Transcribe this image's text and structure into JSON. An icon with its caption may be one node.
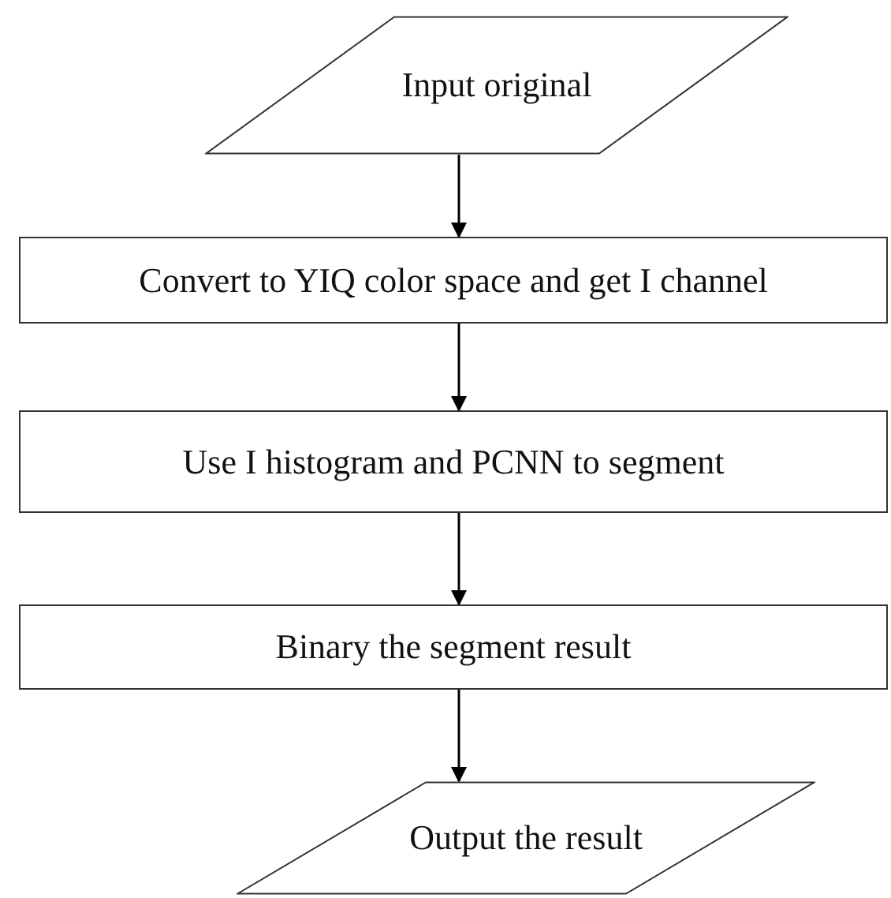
{
  "diagram": {
    "nodes": [
      {
        "text": [
          "Input original"
        ]
      },
      {
        "text": [
          "Convert to YIQ color space and get I channel"
        ]
      },
      {
        "text": [
          "Use I histogram and PCNN to segment"
        ]
      },
      {
        "text": [
          "Binary the segment result"
        ]
      },
      {
        "text": [
          "Output the result"
        ]
      }
    ],
    "edges": [
      {
        "from": 0,
        "to": 1,
        "arrow": "to"
      },
      {
        "from": 1,
        "to": 2,
        "arrow": "to"
      },
      {
        "from": 2,
        "to": 3,
        "arrow": "to"
      },
      {
        "from": 3,
        "to": 4,
        "arrow": "to"
      }
    ]
  }
}
